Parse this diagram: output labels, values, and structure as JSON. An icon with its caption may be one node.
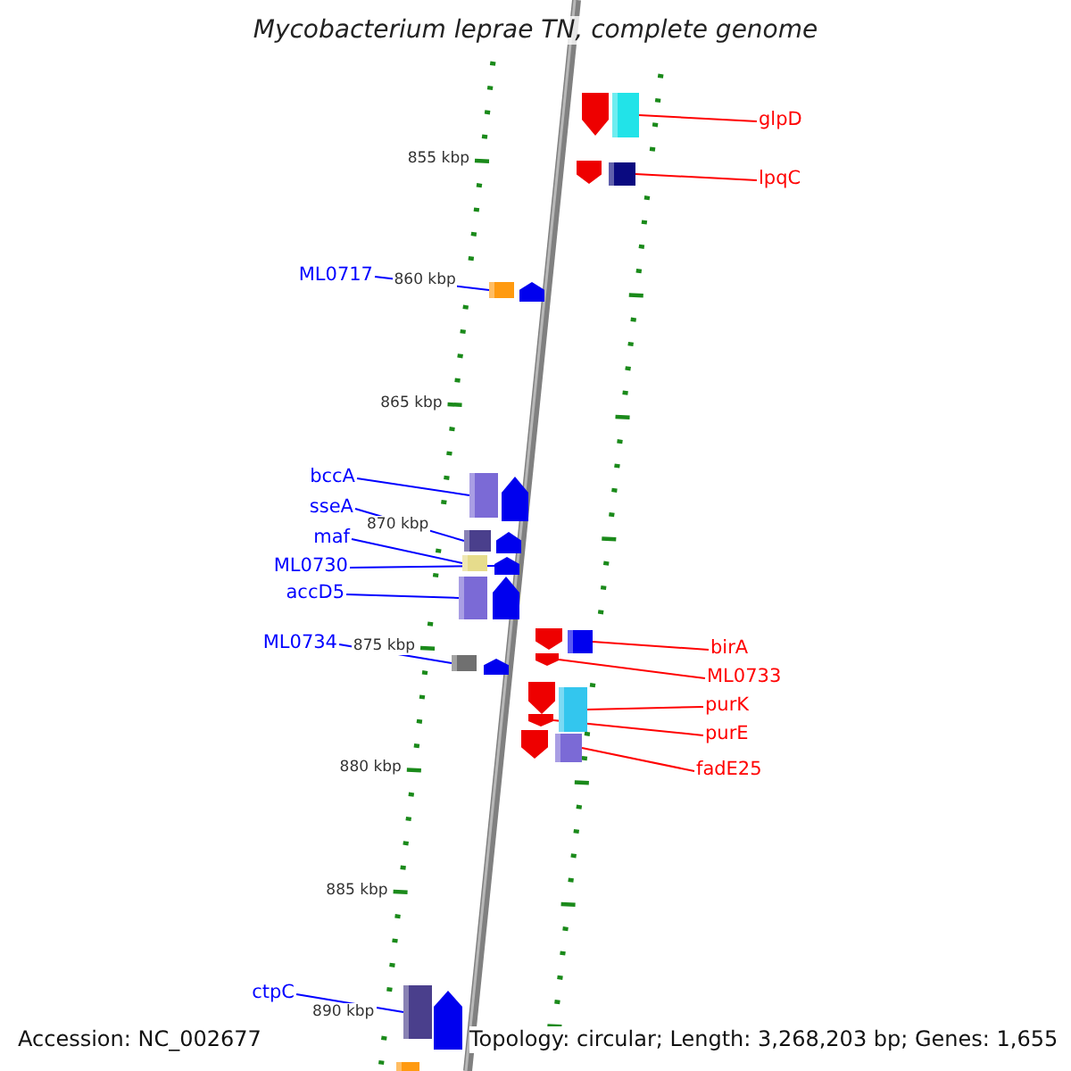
{
  "diagram": {
    "title": "Mycobacterium leprae TN, complete genome",
    "nodes": [
      {
        "text": [
          "glpD"
        ]
      },
      {
        "text": [],
        "shape": "box"
      },
      {
        "text": [
          "lpqC"
        ]
      },
      {
        "text": [],
        "shape": "box"
      },
      {
        "text": [
          "ML0717"
        ]
      },
      {
        "text": [],
        "shape": "box"
      },
      {
        "text": [
          "bccA"
        ]
      },
      {
        "text": [],
        "shape": "box"
      },
      {
        "text": [
          "sseA"
        ]
      },
      {
        "text": [],
        "shape": "box"
      },
      {
        "text": [
          "maf"
        ]
      },
      {
        "text": [],
        "shape": "box"
      },
      {
        "text": [
          "ML0730"
        ]
      },
      {
        "text": [],
        "shape": "arrow"
      },
      {
        "text": [
          "accD5"
        ]
      },
      {
        "text": [],
        "shape": "box"
      },
      {
        "text": [
          "birA"
        ]
      },
      {
        "text": [],
        "shape": "box"
      },
      {
        "text": [
          "ML0734"
        ]
      },
      {
        "text": [],
        "shape": "box"
      },
      {
        "text": [
          "ML0733"
        ]
      },
      {
        "text": [],
        "shape": "arrow"
      },
      {
        "text": [
          "purK"
        ]
      },
      {
        "text": [],
        "shape": "box"
      },
      {
        "text": [
          "purE"
        ]
      },
      {
        "text": [],
        "shape": "arrow"
      },
      {
        "text": [
          "fadE25"
        ]
      },
      {
        "text": [],
        "shape": "box"
      },
      {
        "text": [
          "ctpC"
        ]
      },
      {
        "text": [],
        "shape": "box"
      },
      {
        "text": [],
        "shape": "arrow"
      },
      {
        "text": [],
        "shape": "arrow"
      },
      {
        "text": [],
        "shape": "arrow"
      },
      {
        "text": [],
        "shape": "arrow"
      },
      {
        "text": [],
        "shape": "arrow"
      },
      {
        "text": [],
        "shape": "arrow"
      },
      {
        "text": [],
        "shape": "arrow"
      },
      {
        "text": [],
        "shape": "arrow"
      },
      {
        "text": [],
        "shape": "arrow"
      },
      {
        "text": [],
        "shape": "arrow"
      },
      {
        "text": [],
        "shape": "arrow"
      },
      {
        "text": [],
        "shape": "box"
      }
    ],
    "edges": [
      {
        "from": 0,
        "to": 1,
        "arrow": "none",
        "color": "#ff0000"
      },
      {
        "from": 2,
        "to": 3,
        "arrow": "none",
        "color": "#ff0000"
      },
      {
        "from": 4,
        "to": 5,
        "arrow": "none"
      },
      {
        "from": 6,
        "to": 7,
        "arrow": "none"
      },
      {
        "from": 8,
        "to": 9,
        "arrow": "none"
      },
      {
        "from": 10,
        "to": 11,
        "arrow": "none"
      },
      {
        "from": 12,
        "to": 13,
        "arrow": "none"
      },
      {
        "from": 14,
        "to": 15,
        "arrow": "none"
      },
      {
        "from": 16,
        "to": 17,
        "arrow": "none",
        "color": "#ff0000"
      },
      {
        "from": 18,
        "to": 19,
        "arrow": "none"
      },
      {
        "from": 20,
        "to": 21,
        "arrow": "none",
        "color": "#ff0000"
      },
      {
        "from": 22,
        "to": 23,
        "arrow": "none",
        "color": "#ff0000"
      },
      {
        "from": 24,
        "to": 25,
        "arrow": "none",
        "color": "#ff0000"
      },
      {
        "from": 26,
        "to": 27,
        "arrow": "none",
        "color": "#ff0000"
      },
      {
        "from": 28,
        "to": 29,
        "arrow": "none"
      }
    ],
    "labels": [
      "855 kbp",
      "860 kbp",
      "865 kbp",
      "870 kbp",
      "875 kbp",
      "880 kbp",
      "885 kbp",
      "890 kbp",
      "Accession: NC_002677",
      "Topology: circular; Length: 3,268,203 bp; Genes: 1,655"
    ]
  }
}
